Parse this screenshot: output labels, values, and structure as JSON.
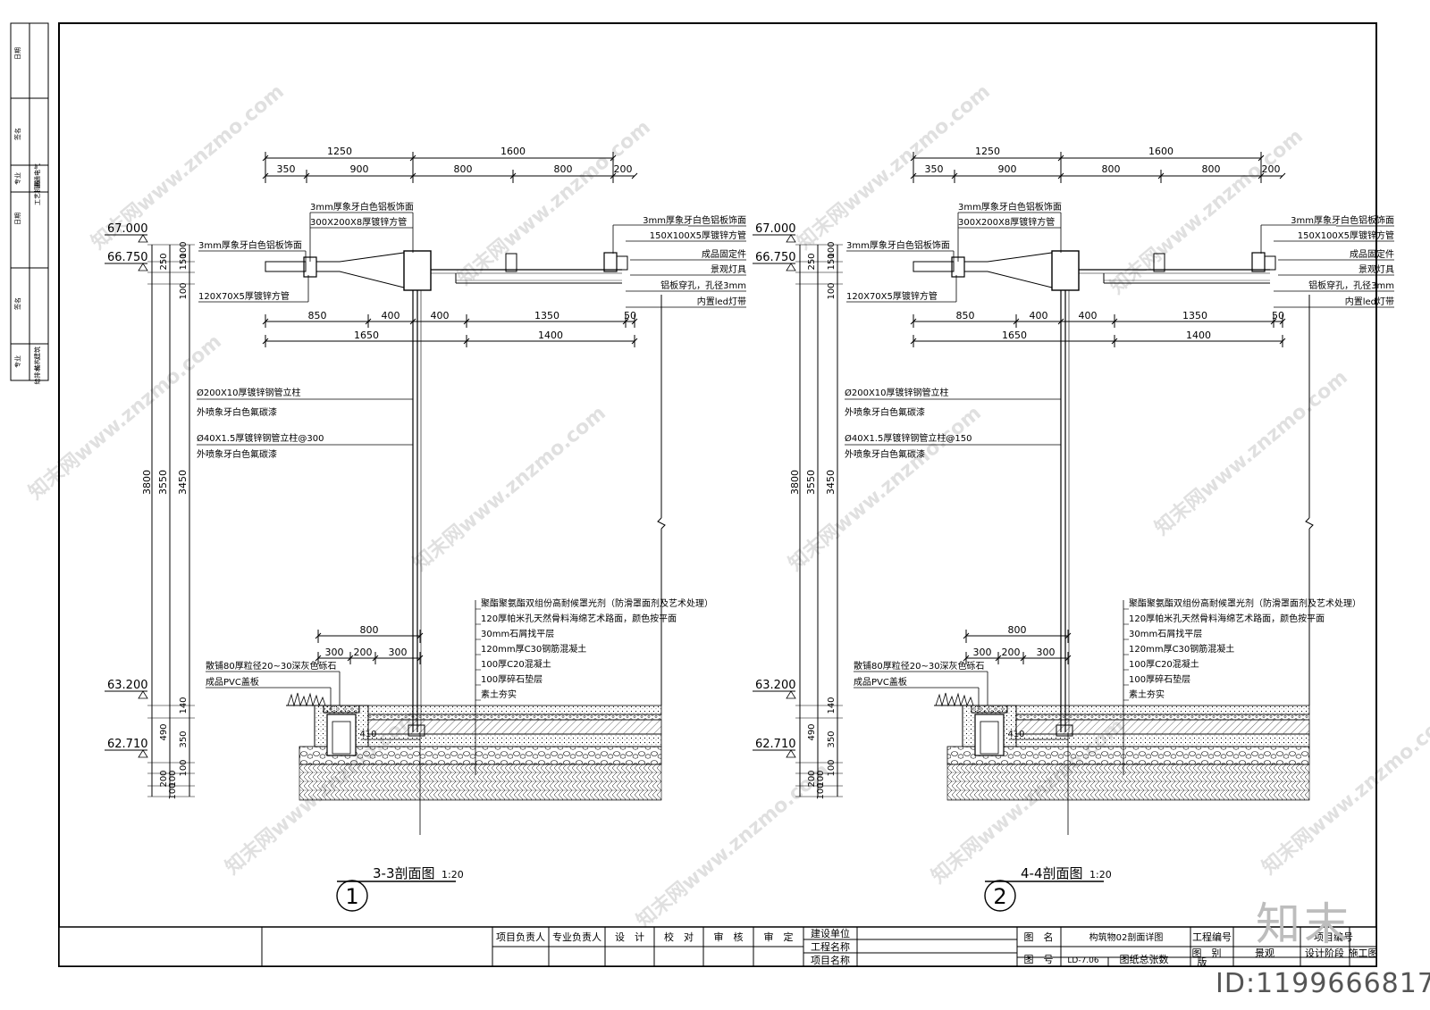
{
  "side_table": [
    "日期",
    "签名",
    "专业",
    "电气",
    "暖通",
    "工艺机械",
    "日期",
    "签名",
    "专业",
    "建筑",
    "结构",
    "给排水"
  ],
  "sections": [
    {
      "id": "1",
      "title": "3-3剖面图",
      "scale": "1:20",
      "top_dims": [
        "1250",
        "1600"
      ],
      "top_sub_dims": [
        "350",
        "900",
        "800",
        "800",
        "200"
      ],
      "mid_dims": [
        "850",
        "400",
        "400",
        "1350",
        "50"
      ],
      "mid_total_dims": [
        "1650",
        "1400"
      ],
      "elevations": [
        "67.000",
        "66.750",
        "63.200",
        "62.710"
      ],
      "vertical_dims": [
        "3800",
        "3550",
        "3450",
        "250",
        "150",
        "100",
        "100",
        "140",
        "490",
        "350",
        "200",
        "100",
        "100",
        "100"
      ],
      "left_labels": [
        "3mm厚象牙白色铝板饰面",
        "300X200X8厚镀锌方管",
        "3mm厚象牙白色铝板饰面",
        "120X70X5厚镀锌方管"
      ],
      "right_labels": [
        "3mm厚象牙白色铝板饰面",
        "150X100X5厚镀锌方管",
        "成品固定件",
        "景观灯具",
        "铝板穿孔，孔径3mm",
        "内置led灯带"
      ],
      "column_labels": [
        "Ø200X10厚镀锌钢管立柱",
        "外喷象牙白色氟碳漆",
        "Ø40X1.5厚镀锌钢管立柱@300",
        "外喷象牙白色氟碳漆"
      ],
      "layer_labels": [
        "聚酯聚氨酯双组份高耐候罩光剂（防滑罩面剂及艺术处理）",
        "120厚帕米孔天然骨料海绵艺术路面，颜色按平面",
        "30mm石屑找平层",
        "120mm厚C30钢筋混凝土",
        "100厚C20混凝土",
        "100厚碎石垫层",
        "素土夯实"
      ],
      "footing_dims": [
        "800",
        "300",
        "200",
        "300"
      ],
      "footing_labels": [
        "散铺80厚粒径20~30深灰色砾石",
        "成品PVC盖板"
      ],
      "ground_dim": "410"
    },
    {
      "id": "2",
      "title": "4-4剖面图",
      "scale": "1:20",
      "top_dims": [
        "1250",
        "1600"
      ],
      "top_sub_dims": [
        "350",
        "900",
        "800",
        "800",
        "200"
      ],
      "mid_dims": [
        "850",
        "400",
        "400",
        "1350",
        "50"
      ],
      "mid_total_dims": [
        "1650",
        "1400"
      ],
      "elevations": [
        "67.000",
        "66.750",
        "63.200",
        "62.710"
      ],
      "vertical_dims": [
        "3800",
        "3550",
        "3450",
        "250",
        "150",
        "100",
        "100",
        "140",
        "490",
        "350",
        "200",
        "100",
        "100",
        "100"
      ],
      "left_labels": [
        "3mm厚象牙白色铝板饰面",
        "300X200X8厚镀锌方管",
        "3mm厚象牙白色铝板饰面",
        "120X70X5厚镀锌方管"
      ],
      "right_labels": [
        "3mm厚象牙白色铝板饰面",
        "150X100X5厚镀锌方管",
        "成品固定件",
        "景观灯具",
        "铝板穿孔，孔径3mm",
        "内置led灯带"
      ],
      "column_labels": [
        "Ø200X10厚镀锌钢管立柱",
        "外喷象牙白色氟碳漆",
        "Ø40X1.5厚镀锌钢管立柱@150",
        "外喷象牙白色氟碳漆"
      ],
      "layer_labels": [
        "聚酯聚氨酯双组份高耐候罩光剂（防滑罩面剂及艺术处理）",
        "120厚帕米孔天然骨料海绵艺术路面，颜色按平面",
        "30mm石屑找平层",
        "120mm厚C30钢筋混凝土",
        "100厚C20混凝土",
        "100厚碎石垫层",
        "素土夯实"
      ],
      "footing_dims": [
        "800",
        "300",
        "200",
        "300"
      ],
      "footing_labels": [
        "散铺80厚粒径20~30深灰色砾石",
        "成品PVC盖板"
      ],
      "ground_dim": "410"
    }
  ],
  "title_block": {
    "roles": [
      "项目负责人",
      "专业负责人",
      "设　计",
      "校　对",
      "审　核",
      "审　定"
    ],
    "owner_labels": [
      "建设单位",
      "工程名称",
      "项目名称"
    ],
    "drawing_name_label": "图　名",
    "drawing_name": "构筑物02剖面详图",
    "drawing_no_label": "图　号",
    "drawing_no": "LD-7.06",
    "total_sheets_label": "图纸总张数",
    "project_no_label": "工程编号",
    "item_no_label": "项目编号",
    "category_label": "图　别",
    "category": "景观",
    "stage_label": "设计阶段",
    "stage": "施工图",
    "version_label": "版"
  },
  "watermark": "知末网www.znzmo.com",
  "brand": "知末",
  "image_id": "ID:1199666817"
}
